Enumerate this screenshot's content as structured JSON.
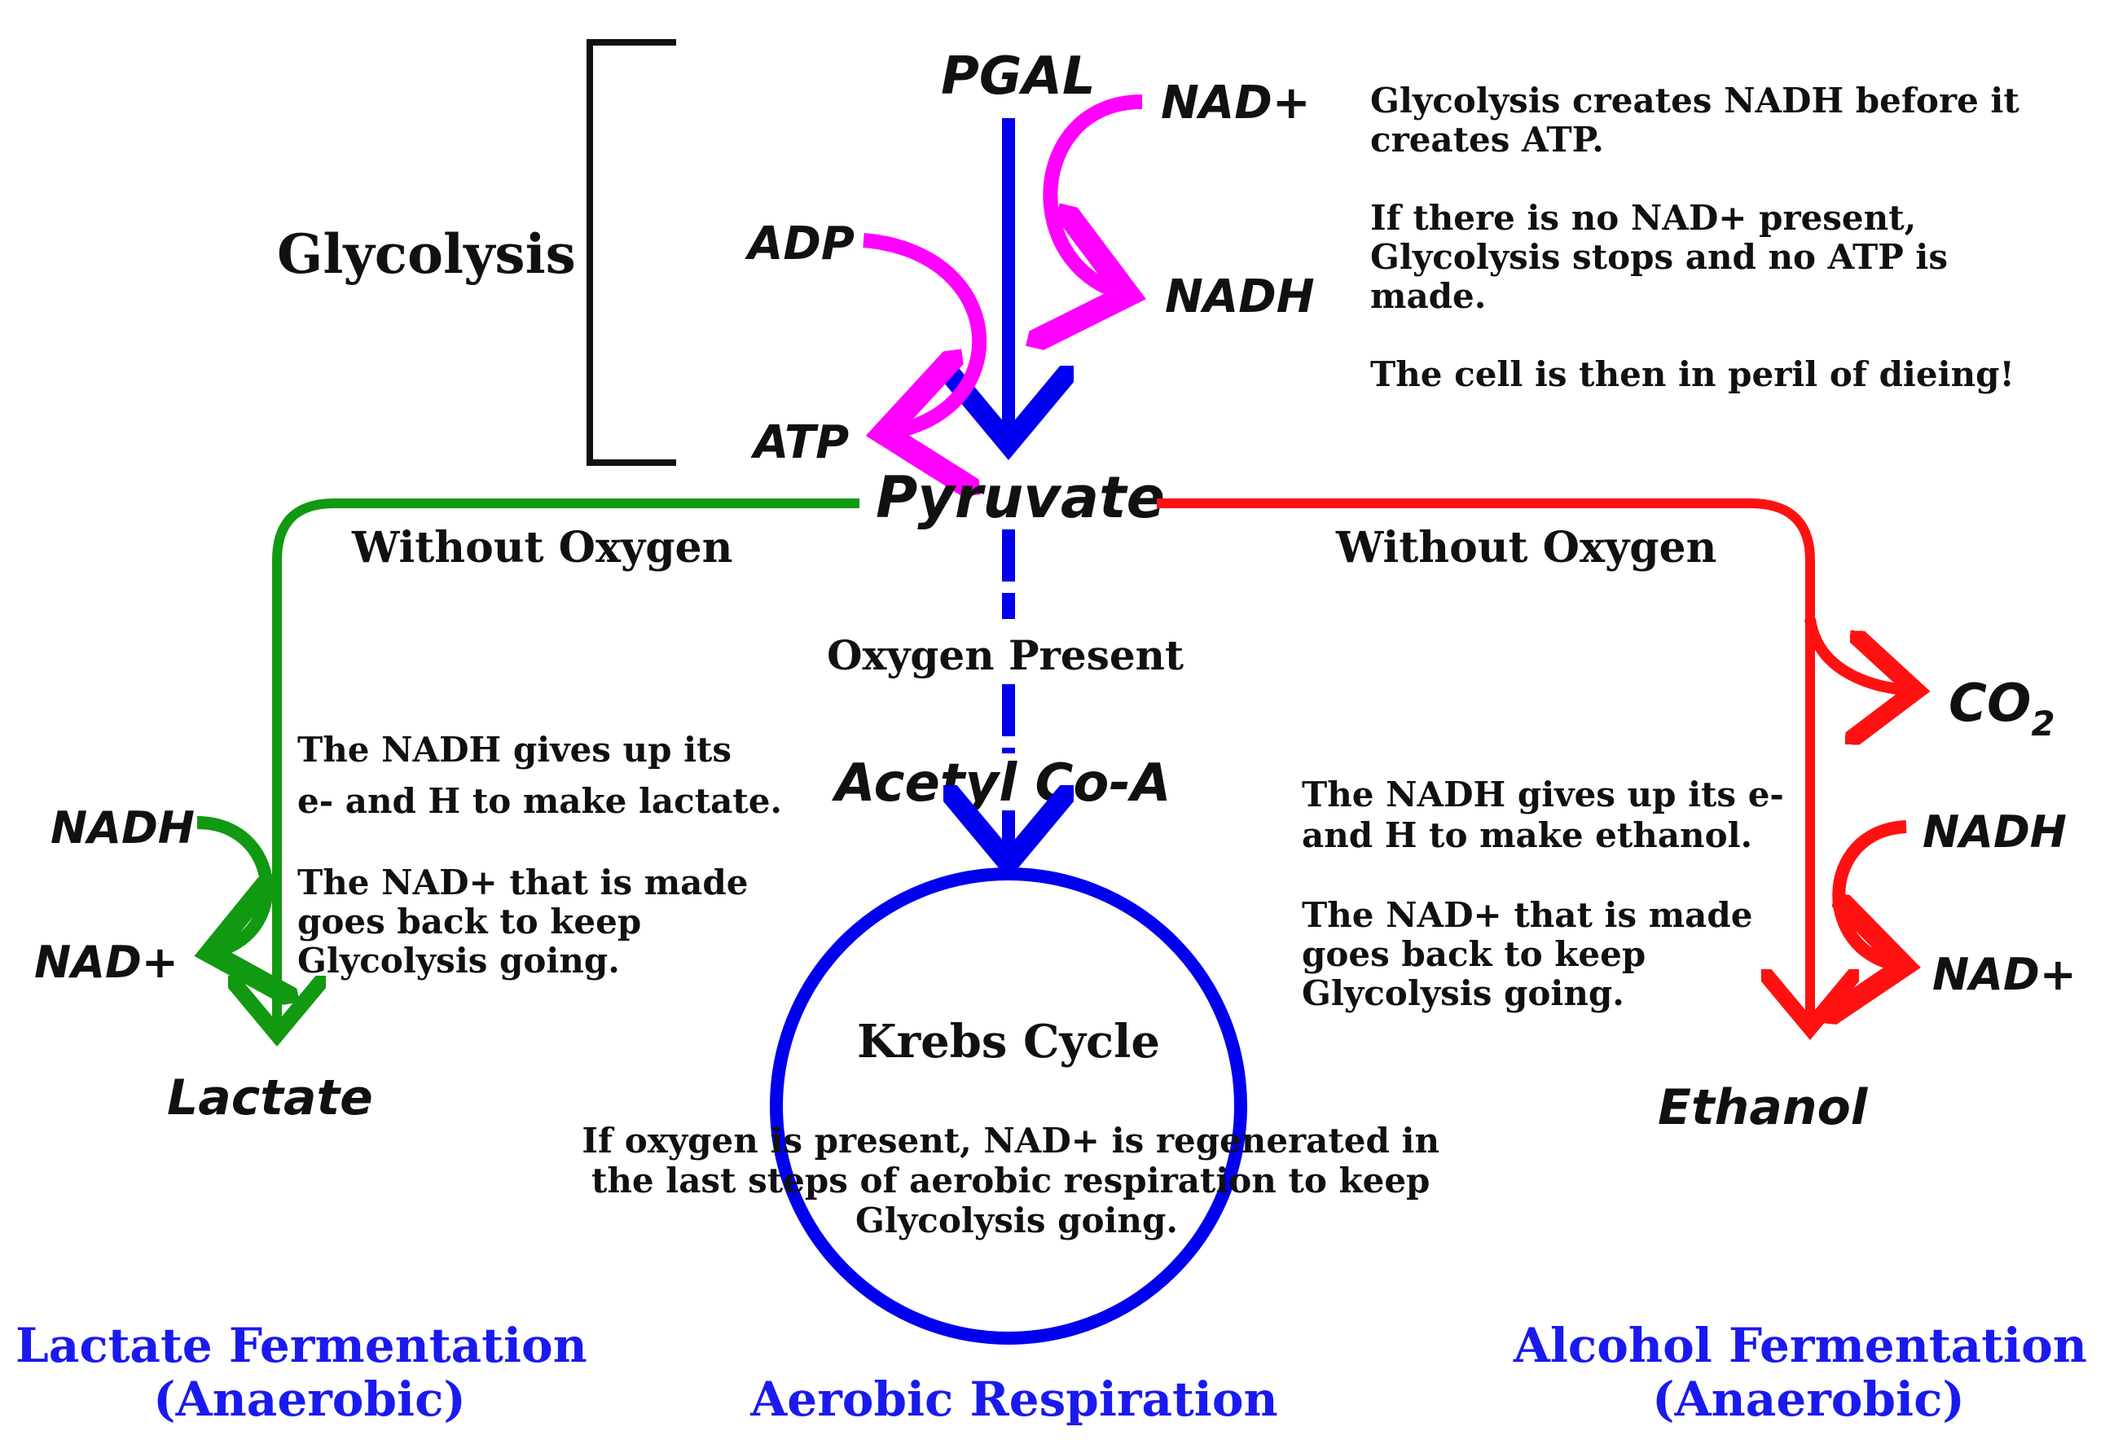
{
  "colors": {
    "main_path": "#0000ee",
    "cofactor": "#ff00ff",
    "lactate_branch": "#119911",
    "alcohol_branch": "#ff1111",
    "section_title": "#1a1aee",
    "text": "#111111",
    "bracket": "#111111"
  },
  "glycolysis": {
    "label": "Glycolysis",
    "start": "PGAL",
    "nad_in": "NAD+",
    "nadh_out": "NADH",
    "adp_in": "ADP",
    "atp_out": "ATP",
    "product": "Pyruvate",
    "notes": [
      [
        "Glycolysis creates NADH before it",
        "creates ATP."
      ],
      [
        "If there is no NAD+ present,",
        "Glycolysis stops and no ATP is",
        "made."
      ],
      [
        "The cell is then in peril of dieing!"
      ]
    ]
  },
  "lactate": {
    "condition": "Without Oxygen",
    "nadh_in": "NADH",
    "nad_out": "NAD+",
    "product": "Lactate",
    "notes": [
      [
        "The NADH gives up its",
        "e- and H to make lactate."
      ],
      [
        "The NAD+ that is made",
        "goes back to keep",
        "Glycolysis going."
      ]
    ],
    "title": [
      "Lactate Fermentation",
      "(Anaerobic)"
    ]
  },
  "aerobic": {
    "condition": "Oxygen Present",
    "intermediate": "Acetyl Co-A",
    "cycle": "Krebs Cycle",
    "note": [
      "If oxygen is present, NAD+ is regenerated in",
      "the last steps of aerobic respiration to keep",
      "Glycolysis going."
    ],
    "title": "Aerobic Respiration"
  },
  "alcohol": {
    "condition": "Without Oxygen",
    "co2": "CO",
    "co2_sub": "2",
    "nadh_in": "NADH",
    "nad_out": "NAD+",
    "product": "Ethanol",
    "notes": [
      [
        "The NADH gives up its e-",
        "and H to make ethanol."
      ],
      [
        "The NAD+ that is made",
        "goes back to keep",
        "Glycolysis going."
      ]
    ],
    "title": [
      "Alcohol Fermentation",
      "(Anaerobic)"
    ]
  }
}
